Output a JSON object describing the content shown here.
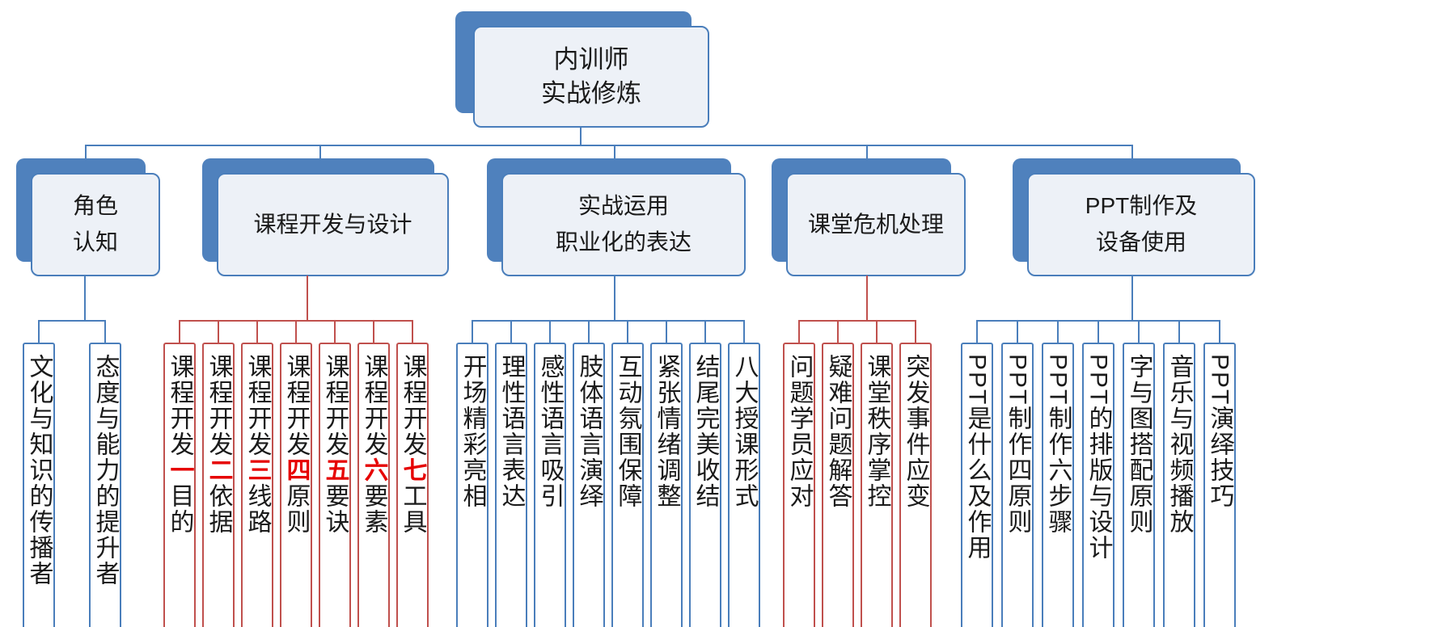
{
  "root": {
    "lines": [
      "内训师",
      "实战修炼"
    ]
  },
  "branches": [
    {
      "id": "role",
      "lines": [
        "角色",
        "认知"
      ],
      "accent": "blue",
      "children": [
        {
          "text": "文化与知识的传播者"
        },
        {
          "text": "态度与能力的提升者"
        }
      ]
    },
    {
      "id": "course-design",
      "lines": [
        "课程开发与设计"
      ],
      "accent": "red",
      "children": [
        {
          "pre": "课程开发",
          "num": "一",
          "post": "目的"
        },
        {
          "pre": "课程开发",
          "num": "二",
          "post": "依据"
        },
        {
          "pre": "课程开发",
          "num": "三",
          "post": "线路"
        },
        {
          "pre": "课程开发",
          "num": "四",
          "post": "原则"
        },
        {
          "pre": "课程开发",
          "num": "五",
          "post": "要诀"
        },
        {
          "pre": "课程开发",
          "num": "六",
          "post": "要素"
        },
        {
          "pre": "课程开发",
          "num": "七",
          "post": "工具"
        }
      ]
    },
    {
      "id": "practice-expression",
      "lines": [
        "实战运用",
        "职业化的表达"
      ],
      "accent": "blue",
      "children": [
        {
          "text": "开场精彩亮相"
        },
        {
          "text": "理性语言表达"
        },
        {
          "text": "感性语言吸引"
        },
        {
          "text": "肢体语言演绎"
        },
        {
          "text": "互动氛围保障"
        },
        {
          "text": "紧张情绪调整"
        },
        {
          "text": "结尾完美收结"
        },
        {
          "text": "八大授课形式"
        }
      ]
    },
    {
      "id": "classroom-crisis",
      "lines": [
        "课堂危机处理"
      ],
      "accent": "red",
      "children": [
        {
          "text": "问题学员应对"
        },
        {
          "text": "疑难问题解答"
        },
        {
          "text": "课堂秩序掌控"
        },
        {
          "text": "突发事件应变"
        }
      ]
    },
    {
      "id": "ppt-equipment",
      "lines": [
        "PPT制作及",
        "设备使用"
      ],
      "accent": "blue",
      "children": [
        {
          "text": "PPT是什么及作用"
        },
        {
          "text": "PPT制作四原则"
        },
        {
          "text": "PPT制作六步骤"
        },
        {
          "text": "PPT的排版与设计"
        },
        {
          "text": "字与图搭配原则"
        },
        {
          "text": "音乐与视频播放"
        },
        {
          "text": "PPT演绎技巧"
        }
      ]
    }
  ],
  "colors": {
    "connector_blue": "#4a7ebb",
    "connector_red": "#c0504d",
    "node_shadow_blue": "#4f81bd",
    "node_fill": "#edf1f7",
    "highlight_number_red": "#e60000"
  }
}
